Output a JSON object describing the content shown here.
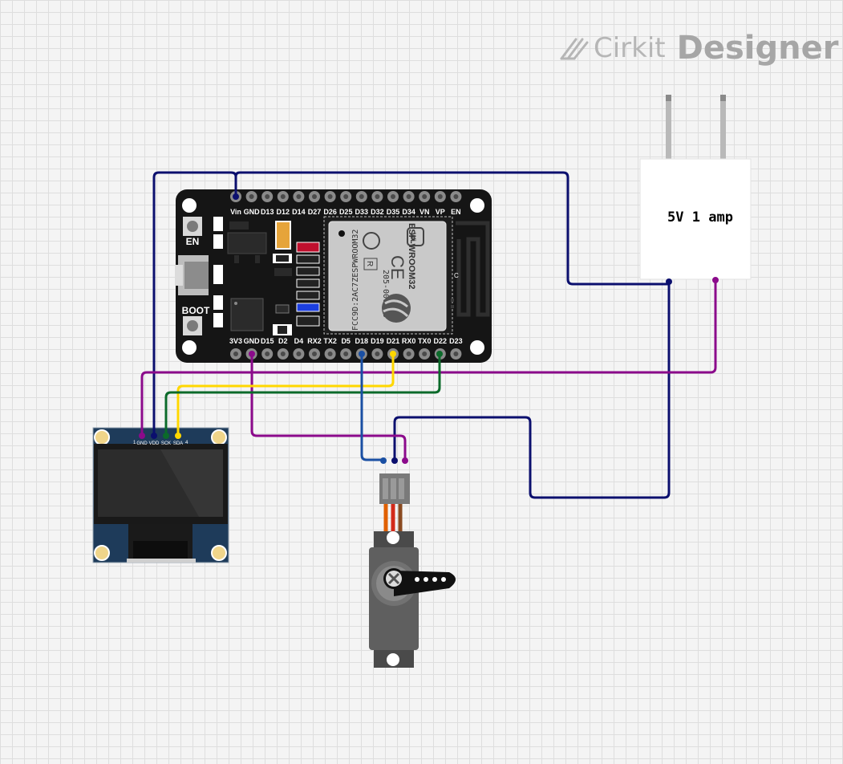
{
  "brand": {
    "name_light": "Cirkit",
    "name_bold": "Designer"
  },
  "power_adapter": {
    "label": "5V 1 amp"
  },
  "esp32": {
    "top_pins": [
      "Vin",
      "GND",
      "D13",
      "D12",
      "D14",
      "D27",
      "D26",
      "D25",
      "D33",
      "D32",
      "D35",
      "D34",
      "VN",
      "VP",
      "EN"
    ],
    "bottom_pins": [
      "3V3",
      "GND",
      "D15",
      "D2",
      "D4",
      "RX2",
      "TX2",
      "D5",
      "D18",
      "D19",
      "D21",
      "RX0",
      "TX0",
      "D22",
      "D23"
    ],
    "en_button_label": "EN",
    "boot_button_label": "BOOT",
    "module_name": "ESP-WROOM32",
    "module_fcc": "FCC9D:2AC7ZESPWROOM32",
    "module_cert": "205-000519",
    "module_ce": "CE",
    "module_r": "R",
    "antenna_mark": "C",
    "wifi_mark": "Wi"
  },
  "oled": {
    "pins": [
      "GND",
      "VDD",
      "SCK",
      "SDA"
    ],
    "pin_index_first": "1",
    "pin_index_last": "4"
  },
  "wire_colors": {
    "navy": "#0b0f6e",
    "purple": "#8b0a8b",
    "yellow": "#ffd700",
    "green": "#0b6a2a",
    "blue": "#1a4fa3"
  }
}
